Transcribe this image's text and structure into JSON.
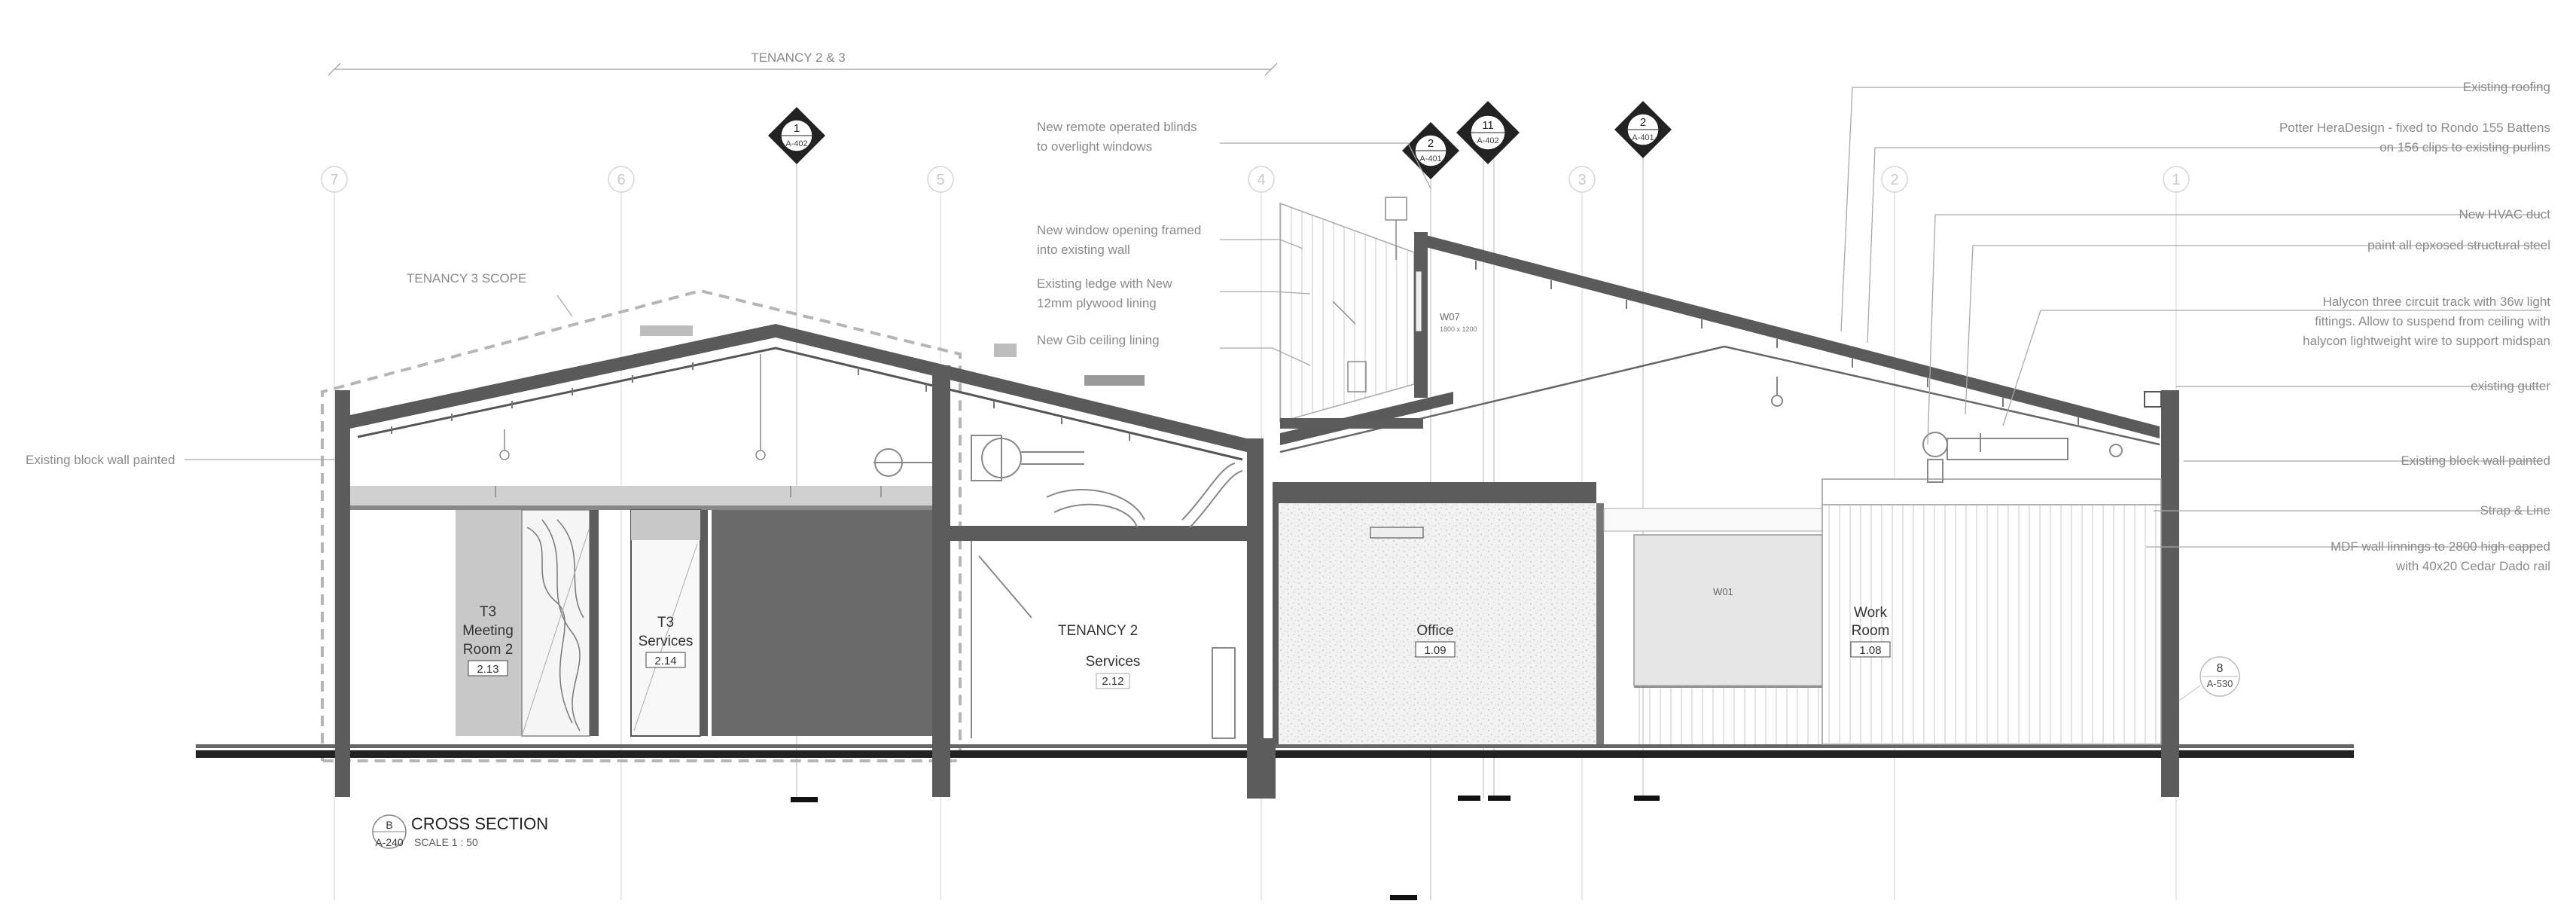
{
  "grid_labels": [
    "7",
    "6",
    "5",
    "4",
    "3",
    "2",
    "1"
  ],
  "dimension_label": "TENANCY 2 & 3",
  "section_markers": [
    {
      "number": "1",
      "sheet": "A-402"
    },
    {
      "number": "2",
      "sheet": "A-401"
    },
    {
      "number": "11",
      "sheet": "A-402"
    },
    {
      "number": "2",
      "sheet": "A-401"
    }
  ],
  "scope_label": "TENANCY 3 SCOPE",
  "left_notes": [
    "New remote operated blinds",
    "to overlight windows",
    "New window opening framed",
    "into existing wall",
    "Existing ledge with New",
    "12mm plywood lining",
    "New Gib ceiling lining"
  ],
  "right_notes": [
    "Existing roofing",
    "Potter HeraDesign - fixed to Rondo 155 Battens",
    "on 156 clips to existing purlins",
    "New HVAC duct",
    "paint all epxosed structural steel",
    "Halycon three circuit track with 36w light",
    "fittings. Allow to suspend from ceiling with",
    "halycon  lightweight wire to support midspan",
    "existing gutter",
    "Existing block wall painted",
    "Strap & Line",
    "MDF wall linnings to 2800 high capped",
    "with 40x20 Cedar Dado rail"
  ],
  "left_wall_note": "Existing block wall painted",
  "rooms": [
    {
      "name1": "T3",
      "name2": "Meeting",
      "name3": "Room 2",
      "number": "2.13"
    },
    {
      "name1": "T3",
      "name2": "Services",
      "number": "2.14"
    },
    {
      "name1": "TENANCY 2",
      "name2": "Services",
      "number": "2.12"
    },
    {
      "name1": "Office",
      "number": "1.09"
    },
    {
      "name1": "Work",
      "name2": "Room",
      "number": "1.08"
    }
  ],
  "window_tags": [
    {
      "tag": "W07",
      "size": "1800 x 1200"
    },
    {
      "tag": "W01"
    }
  ],
  "elevation_marker": {
    "number": "8",
    "sheet": "A-530"
  },
  "title_block": {
    "number": "B",
    "sheet": "A-240",
    "title": "CROSS SECTION",
    "scale": "SCALE  1 : 50"
  },
  "colors": {
    "structure": "#5c5c5c",
    "dark_wall": "#6a6a6a",
    "leader": "#9a9a9a",
    "grid": "#d8d8d8"
  }
}
